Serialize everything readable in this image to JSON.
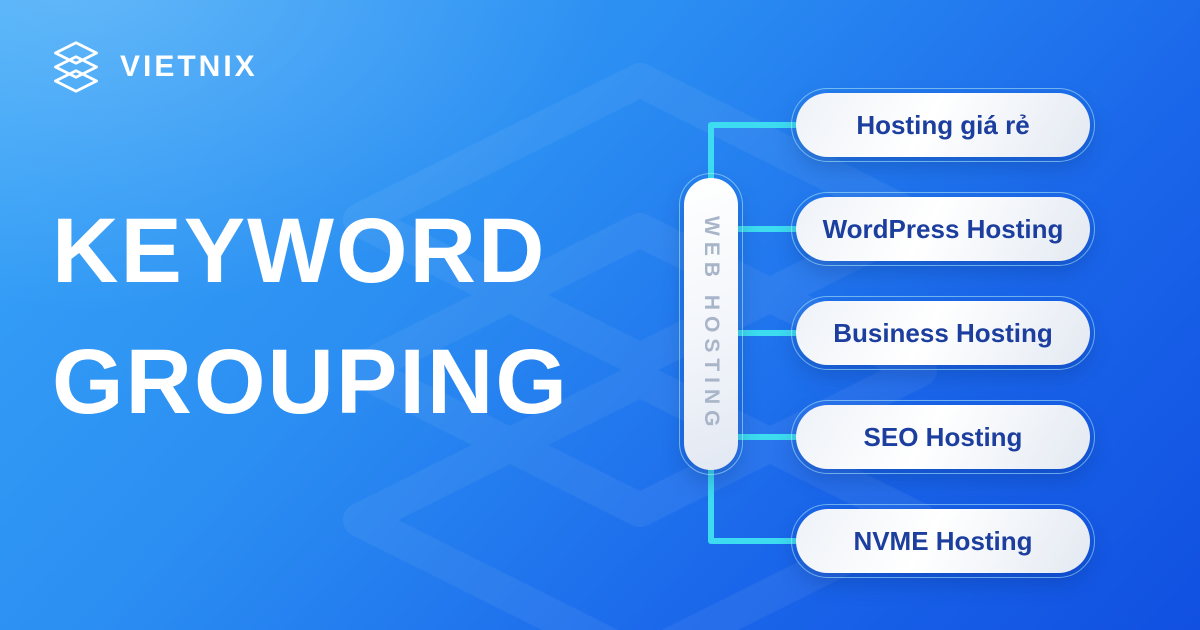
{
  "brand": {
    "name": "VIETNIX"
  },
  "headline": {
    "line1": "KEYWORD",
    "line2": "GROUPING"
  },
  "diagram": {
    "group_label": "WEB HOSTING",
    "keywords": [
      "Hosting giá rẻ",
      "WordPress Hosting",
      "Business Hosting",
      "SEO Hosting",
      "NVME Hosting"
    ]
  },
  "colors": {
    "background_gradient_start": "#38a6f8",
    "background_gradient_end": "#1150e1",
    "connector": "#3ddcf0",
    "pill_text": "#1c3e9e",
    "group_label_text": "#a8b4c8",
    "headline_text": "#ffffff"
  }
}
